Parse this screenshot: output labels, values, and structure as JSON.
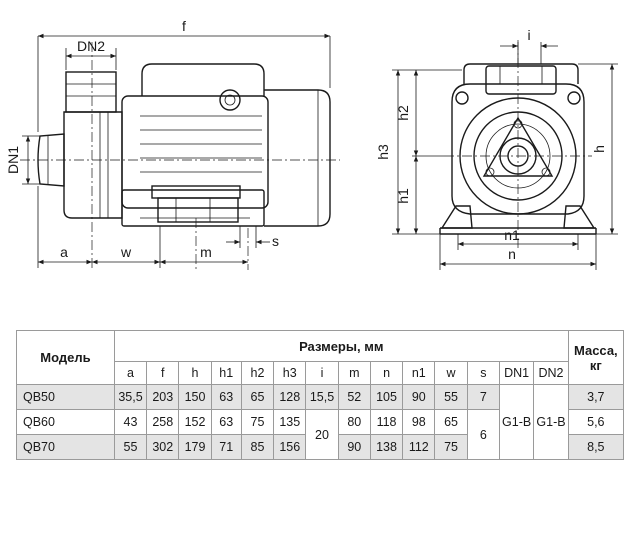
{
  "drawing": {
    "side_view_labels": {
      "f": "f",
      "dn2": "DN2",
      "dn1": "DN1",
      "a": "a",
      "w": "w",
      "m": "m",
      "s": "s"
    },
    "front_view_labels": {
      "i": "i",
      "h2": "h2",
      "h3": "h3",
      "h1": "h1",
      "h": "h",
      "n1": "n1",
      "n": "n"
    }
  },
  "table": {
    "model_header": "Модель",
    "dims_header": "Размеры, мм",
    "mass_header": "Масса, кг",
    "columns": [
      "a",
      "f",
      "h",
      "h1",
      "h2",
      "h3",
      "i",
      "m",
      "n",
      "n1",
      "w",
      "s",
      "DN1",
      "DN2"
    ],
    "rows": [
      {
        "model": "QB50",
        "a": "35,5",
        "f": "203",
        "h": "150",
        "h1": "63",
        "h2": "65",
        "h3": "128",
        "i": "15,5",
        "m": "52",
        "n": "105",
        "n1": "90",
        "w": "55",
        "s": "7",
        "mass": "3,7"
      },
      {
        "model": "QB60",
        "a": "43",
        "f": "258",
        "h": "152",
        "h1": "63",
        "h2": "75",
        "h3": "135",
        "m": "80",
        "n": "118",
        "n1": "98",
        "w": "65",
        "mass": "5,6"
      },
      {
        "model": "QB70",
        "a": "55",
        "f": "302",
        "h": "179",
        "h1": "71",
        "h2": "85",
        "h3": "156",
        "m": "90",
        "n": "138",
        "n1": "112",
        "w": "75",
        "mass": "8,5"
      }
    ],
    "merged": {
      "i": "20",
      "s": "6",
      "dn1": "G1-B",
      "dn2": "G1-B"
    }
  }
}
